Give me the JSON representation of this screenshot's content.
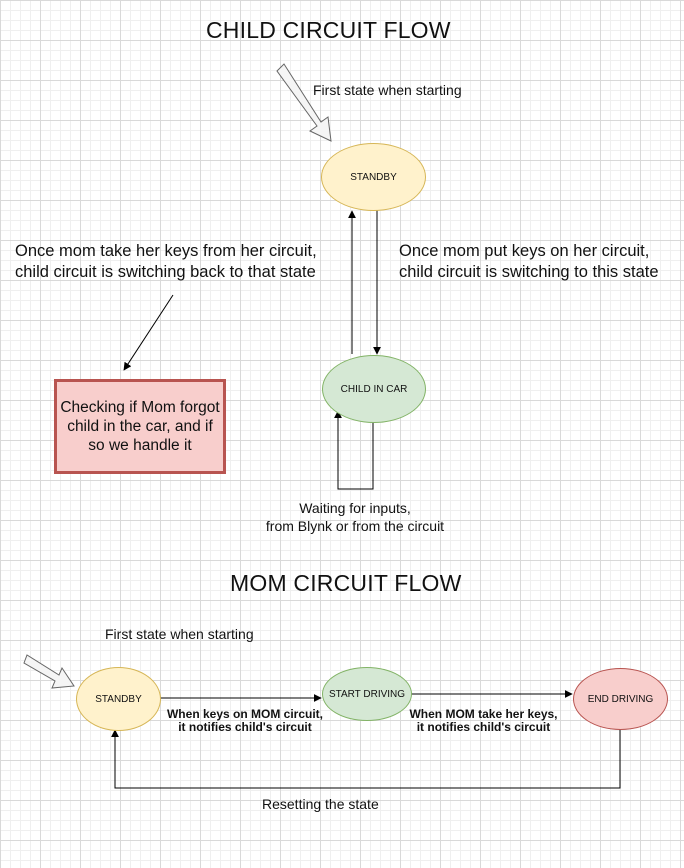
{
  "child_flow": {
    "title": "CHILD CIRCUIT FLOW",
    "first_state_label": "First state when starting",
    "standby_label": "STANDBY",
    "child_in_car_label": "CHILD IN CAR",
    "left_annotation": [
      "Once mom take her keys from her circuit,",
      "child circuit is switching back to that state"
    ],
    "right_annotation": [
      "Once mom put keys on her circuit,",
      "child circuit is switching to this state"
    ],
    "check_box": [
      "Checking if Mom forgot",
      "child in the car, and if",
      "so we handle it"
    ],
    "waiting_label": [
      "Waiting for inputs,",
      "from Blynk or from the circuit"
    ]
  },
  "mom_flow": {
    "title": "MOM CIRCUIT FLOW",
    "first_state_label": "First state when starting",
    "standby_label": "STANDBY",
    "start_driving_label": "START DRIVING",
    "end_driving_label": "END DRIVING",
    "keys_on_label": [
      "When keys on MOM circuit,",
      "it notifies child's circuit"
    ],
    "keys_off_label": [
      "When MOM take her keys,",
      "it notifies child's circuit"
    ],
    "reset_label": "Resetting the state"
  },
  "colors": {
    "yellow_fill": "#fff2cc",
    "green_fill": "#d5e8d4",
    "red_fill": "#f8cecc",
    "red_stroke": "#b85450"
  }
}
